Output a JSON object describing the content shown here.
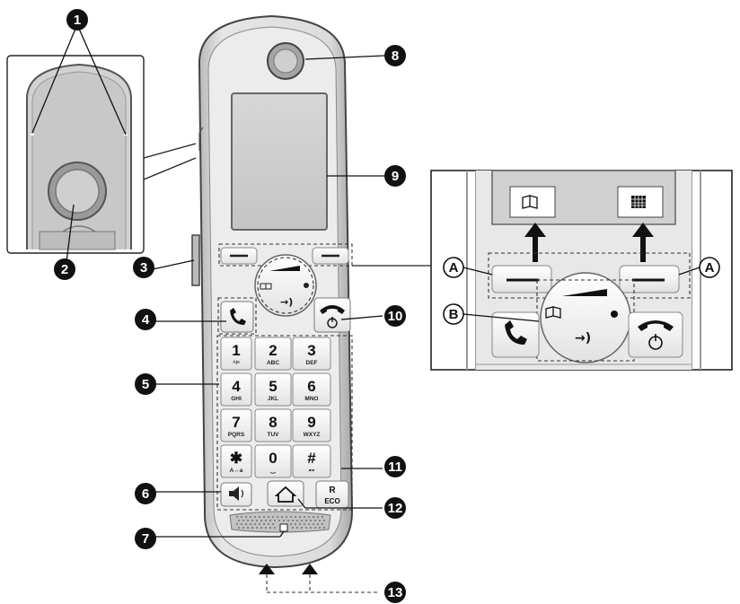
{
  "callouts": [
    "1",
    "2",
    "3",
    "4",
    "5",
    "6",
    "7",
    "8",
    "9",
    "10",
    "11",
    "12",
    "13"
  ],
  "inset_labels": {
    "a": "A",
    "b": "B"
  },
  "keypad": [
    {
      "main": "1",
      "sub": "ᴬ/ᵃ"
    },
    {
      "main": "2",
      "sub": "ABC"
    },
    {
      "main": "3",
      "sub": "DEF"
    },
    {
      "main": "4",
      "sub": "GHI"
    },
    {
      "main": "5",
      "sub": "JKL"
    },
    {
      "main": "6",
      "sub": "MNO"
    },
    {
      "main": "7",
      "sub": "PQRS"
    },
    {
      "main": "8",
      "sub": "TUV"
    },
    {
      "main": "9",
      "sub": "WXYZ"
    },
    {
      "main": "✱",
      "sub": "A↔a"
    },
    {
      "main": "0",
      "sub": "‿"
    },
    {
      "main": "#",
      "sub": "⊷"
    }
  ],
  "keys": {
    "r_label": "R",
    "eco_label": "ECO"
  }
}
